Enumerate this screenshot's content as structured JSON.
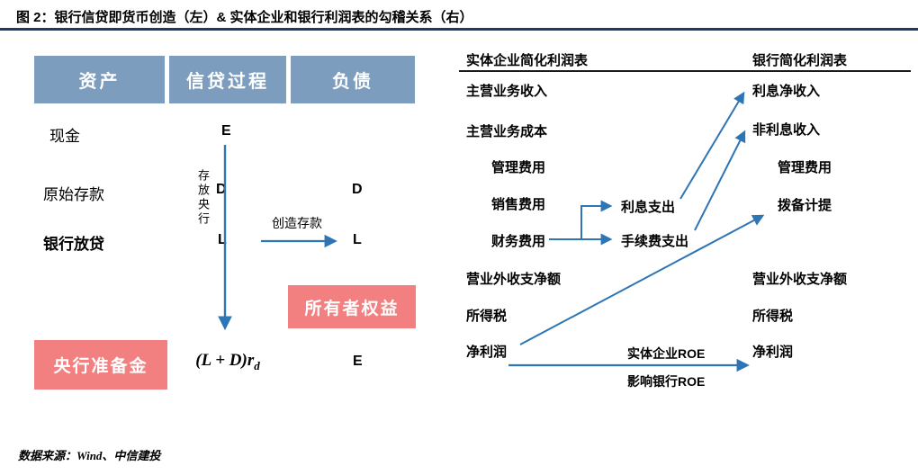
{
  "title": "图 2：银行信贷即货币创造（左）&  实体企业和银行利润表的勾稽关系（右）",
  "source": "数据来源：Wind、中信建投",
  "colors": {
    "header_blue": "#7D9DBE",
    "pink": "#F28080",
    "arrow_blue": "#2E75B6",
    "navy_rule": "#1F3864"
  },
  "balance_sheet": {
    "headers": [
      "资产",
      "信贷过程",
      "负债"
    ],
    "cash_label": "现金",
    "cash_letter": "E",
    "original_deposit_label": "原始存款",
    "vertical_label": "存放央行",
    "d_mid": "D",
    "d_right": "D",
    "lending_label": "银行放贷",
    "l_mid": "L",
    "create_deposit_label": "创造存款",
    "l_right": "L",
    "owner_equity_label": "所有者权益",
    "reserve_label": "央行准备金",
    "formula_main": "(L + D)r",
    "formula_sub": "d",
    "e_bottom": "E"
  },
  "income_statements": {
    "firm_header": "实体企业简化利润表",
    "bank_header": "银行简化利润表",
    "firm_items": [
      "主营业务收入",
      "主营业务成本",
      "管理费用",
      "销售费用",
      "财务费用",
      "营业外收支净额",
      "所得税",
      "净利润"
    ],
    "mid_items": [
      "利息支出",
      "手续费支出"
    ],
    "bank_items": [
      "利息净收入",
      "非利息收入",
      "管理费用",
      "拨备计提",
      "营业外收支净额",
      "所得税",
      "净利润"
    ],
    "roe_label_top": "实体企业ROE",
    "roe_label_bottom": "影响银行ROE"
  }
}
